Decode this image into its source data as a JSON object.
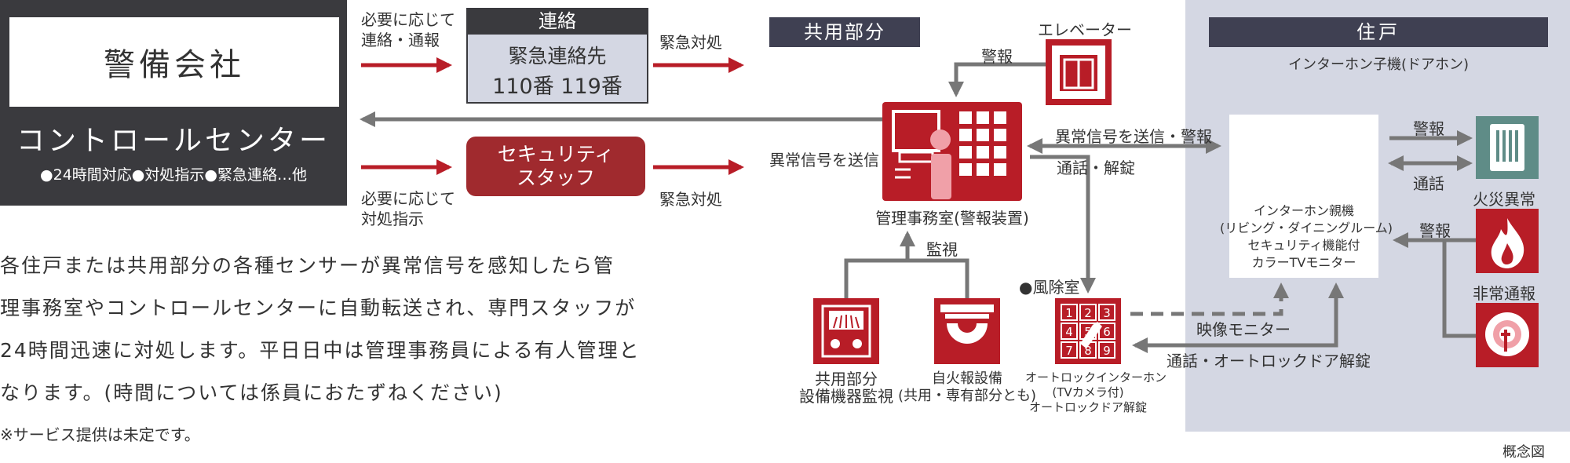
{
  "colors": {
    "red": "#b81d27",
    "dark": "#3a3a3e",
    "gray": "#777777",
    "light_panel": "#d4d7e3",
    "header_navy": "#3f4052",
    "dark_red_box": "#a02a2e",
    "teal": "#5f8c87"
  },
  "control_center": {
    "company": "警備会社",
    "title": "コントロールセンター",
    "features": "●24時間対応●対処指示●緊急連絡…他"
  },
  "flows": {
    "contact_note": "必要に応じて\n連絡・通報",
    "instruct_note": "必要に応じて\n対処指示",
    "emergency_response_1": "緊急対処",
    "emergency_response_2": "緊急対処"
  },
  "contact_box": {
    "header": "連絡",
    "line1": "緊急連絡先",
    "line2": "110番 119番"
  },
  "staff_box": {
    "label": "セキュリティ\nスタッフ"
  },
  "common_area": {
    "header": "共用部分",
    "elevator": "エレベーター",
    "alarm_from_elevator": "警報",
    "send_abnormal": "異常信号を送信",
    "office": "管理事務室(警報装置)",
    "monitor": "監視",
    "equipment_monitor": "共用部分\n設備機器監視",
    "fire_alarm": "自火報設備\n(共用・専有部分とも)",
    "windbreak_room": "●風除室",
    "autolock": "オートロックインターホン\n(TVカメラ付)\nオートロックドア解錠"
  },
  "links": {
    "abnormal_alarm": "異常信号を送信・警報",
    "call_unlock": "通話・解錠",
    "video_monitor": "映像モニター",
    "call_autolock": "通話・オートロックドア解錠"
  },
  "dwelling": {
    "header": "住戸",
    "door_phone": "インターホン子機(ドアホン)",
    "master_unit": "インターホン親機\n(リビング・ダイニングルーム)\nセキュリティ機能付\nカラーTVモニター",
    "alarm_1": "警報",
    "call": "通話",
    "fire_label": "火災異常",
    "alarm_2": "警報",
    "emergency_label": "非常通報"
  },
  "description": {
    "body": "各住戸または共用部分の各種センサーが異常信号を感知したら管\n理事務室やコントロールセンターに自動転送され、専門スタッフが\n24時間迅速に対処します。平日日中は管理事務員による有人管理と\nなります。(時間については係員におたずねください)",
    "note": "※サービス提供は未定です。",
    "concept": "概念図"
  }
}
